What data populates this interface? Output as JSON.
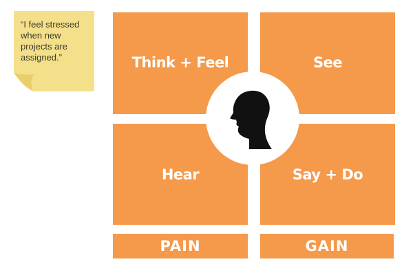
{
  "sticky_note": {
    "text": "“I feel stressed when new projects are assigned.”"
  },
  "quadrants": {
    "think_feel": "Think + Feel",
    "see": "See",
    "hear": "Hear",
    "say_do": "Say + Do"
  },
  "bottom": {
    "pain": "PAIN",
    "gain": "GAIN"
  },
  "colors": {
    "quadrant": "#f5994a",
    "sticky": "#f4e08a",
    "head": "#111111"
  },
  "icons": {
    "center": "head-silhouette-icon"
  }
}
